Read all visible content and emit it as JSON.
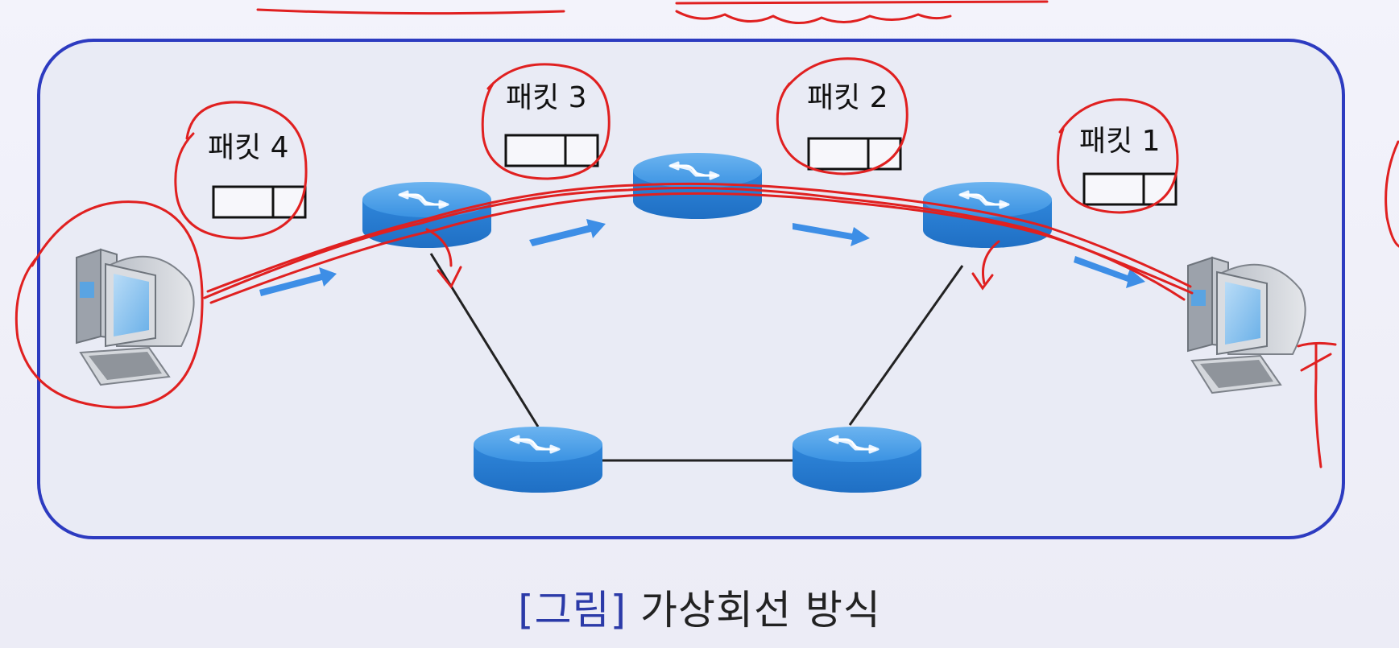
{
  "packets": [
    {
      "label": "패킷 4"
    },
    {
      "label": "패킷 3"
    },
    {
      "label": "패킷 2"
    },
    {
      "label": "패킷 1"
    }
  ],
  "caption": {
    "tag": "[그림]",
    "title": "가상회선 방식"
  },
  "colors": {
    "frame": "#2d3bc0",
    "router_top": "#4a9de6",
    "router_body": "#2f86da",
    "arrow": "#3d8ee6",
    "annotation": "#e02020",
    "link": "#222222"
  },
  "icons": [
    "computer-icon",
    "router-icon",
    "arrow-icon"
  ]
}
